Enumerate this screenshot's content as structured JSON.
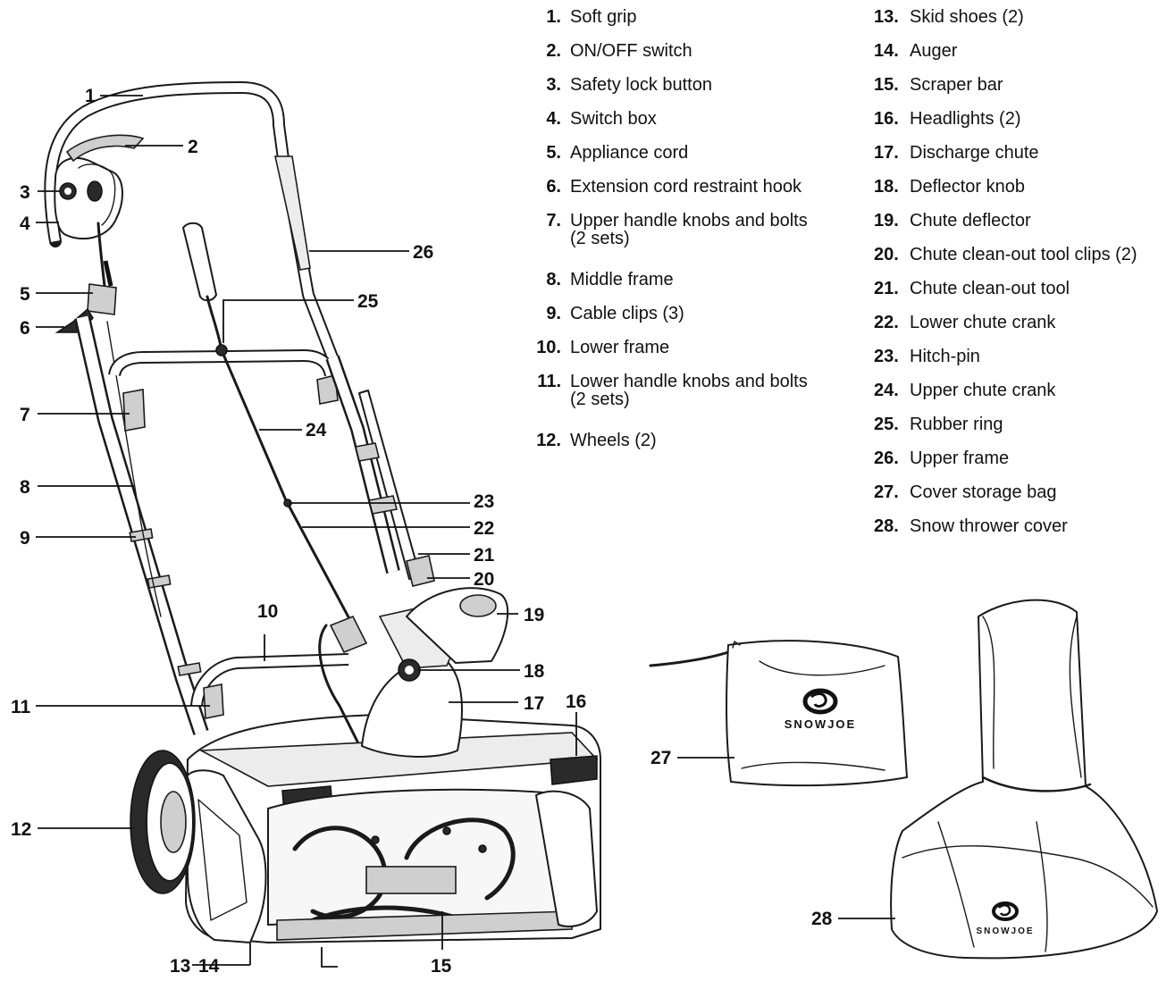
{
  "legend_left": [
    {
      "num": "1.",
      "label": "Soft grip"
    },
    {
      "num": "2.",
      "label": "ON/OFF switch"
    },
    {
      "num": "3.",
      "label": "Safety lock button"
    },
    {
      "num": "4.",
      "label": "Switch box"
    },
    {
      "num": "5.",
      "label": "Appliance cord"
    },
    {
      "num": "6.",
      "label": "Extension cord restraint hook"
    },
    {
      "num": "7.",
      "label": "Upper handle knobs and bolts",
      "label2": "(2 sets)"
    },
    {
      "num": "8.",
      "label": "Middle frame"
    },
    {
      "num": "9.",
      "label": "Cable clips (3)"
    },
    {
      "num": "10.",
      "label": "Lower frame"
    },
    {
      "num": "11.",
      "label": "Lower handle knobs and bolts",
      "label2": "(2 sets)"
    },
    {
      "num": "12.",
      "label": "Wheels (2)"
    }
  ],
  "legend_right": [
    {
      "num": "13.",
      "label": "Skid shoes (2)"
    },
    {
      "num": "14.",
      "label": "Auger"
    },
    {
      "num": "15.",
      "label": "Scraper bar"
    },
    {
      "num": "16.",
      "label": "Headlights (2)"
    },
    {
      "num": "17.",
      "label": "Discharge chute"
    },
    {
      "num": "18.",
      "label": "Deflector knob"
    },
    {
      "num": "19.",
      "label": "Chute deflector"
    },
    {
      "num": "20.",
      "label": "Chute clean-out tool clips (2)"
    },
    {
      "num": "21.",
      "label": "Chute clean-out tool"
    },
    {
      "num": "22.",
      "label": "Lower chute crank"
    },
    {
      "num": "23.",
      "label": "Hitch-pin"
    },
    {
      "num": "24.",
      "label": "Upper chute crank"
    },
    {
      "num": "25.",
      "label": "Rubber ring"
    },
    {
      "num": "26.",
      "label": "Upper frame"
    },
    {
      "num": "27.",
      "label": "Cover storage bag"
    },
    {
      "num": "28.",
      "label": "Snow thrower cover"
    }
  ],
  "callouts": {
    "c1": "1",
    "c2": "2",
    "c3": "3",
    "c4": "4",
    "c5": "5",
    "c6": "6",
    "c7": "7",
    "c8": "8",
    "c9": "9",
    "c10": "10",
    "c11": "11",
    "c12": "12",
    "c13": "13",
    "c14": "14",
    "c15": "15",
    "c16": "16",
    "c17": "17",
    "c18": "18",
    "c19": "19",
    "c20": "20",
    "c21": "21",
    "c22": "22",
    "c23": "23",
    "c24": "24",
    "c25": "25",
    "c26": "26",
    "c27": "27",
    "c28": "28"
  },
  "brand": {
    "bag_logo": "SNOWJOE",
    "cover_logo": "SNOWJOE"
  }
}
